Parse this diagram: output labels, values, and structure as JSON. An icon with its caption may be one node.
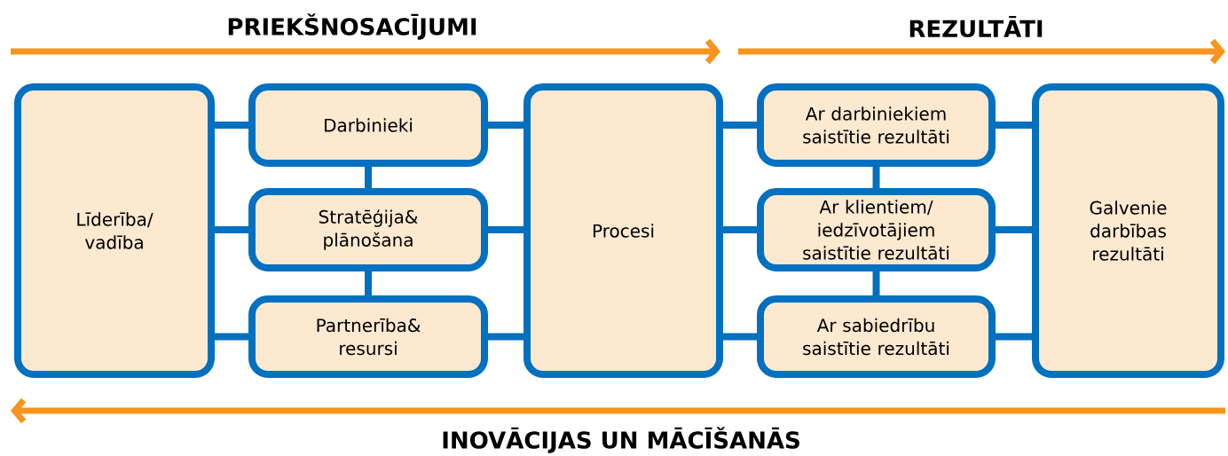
{
  "diagram": {
    "nodes": [
      {
        "text": [
          "Līderība/ vadība"
        ]
      },
      {
        "text": [
          "Darbinieki"
        ]
      },
      {
        "text": [
          "Stratēģija& plānošana"
        ]
      },
      {
        "text": [
          "Partnerība& resursi"
        ]
      },
      {
        "text": [
          "Procesi"
        ]
      },
      {
        "text": [
          "Ar darbiniekiem saistītie rezultāti"
        ]
      },
      {
        "text": [
          "Ar klientiem/ iedzīvotājiem saistītie rezultāti"
        ]
      },
      {
        "text": [
          "Ar sabiedrību saistītie rezultāti"
        ]
      },
      {
        "text": [
          "Galvenie darbības rezultāti"
        ]
      }
    ],
    "edges": [
      {
        "from": 0,
        "to": 1,
        "arrow": "none"
      },
      {
        "from": 0,
        "to": 2,
        "arrow": "none"
      },
      {
        "from": 0,
        "to": 3,
        "arrow": "none"
      },
      {
        "from": 1,
        "to": 2,
        "arrow": "none"
      },
      {
        "from": 2,
        "to": 3,
        "arrow": "none"
      },
      {
        "from": 1,
        "to": 4,
        "arrow": "none"
      },
      {
        "from": 2,
        "to": 4,
        "arrow": "none"
      },
      {
        "from": 3,
        "to": 4,
        "arrow": "none"
      },
      {
        "from": 4,
        "to": 5,
        "arrow": "none"
      },
      {
        "from": 4,
        "to": 6,
        "arrow": "none"
      },
      {
        "from": 4,
        "to": 7,
        "arrow": "none"
      },
      {
        "from": 5,
        "to": 6,
        "arrow": "none"
      },
      {
        "from": 6,
        "to": 7,
        "arrow": "none"
      },
      {
        "from": 5,
        "to": 8,
        "arrow": "none"
      },
      {
        "from": 6,
        "to": 8,
        "arrow": "none"
      },
      {
        "from": 7,
        "to": 8,
        "arrow": "none"
      }
    ],
    "labels": [
      "PRIEKŠNOSACĪJUMI",
      "REZULTĀTI",
      "INOVĀCIJAS UN MĀCĪŠANĀS"
    ]
  }
}
